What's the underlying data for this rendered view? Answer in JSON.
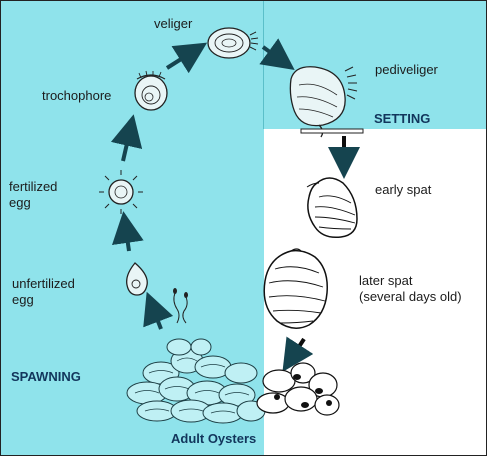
{
  "colors": {
    "background_cyan": "#8fe3eb",
    "background_white": "#ffffff",
    "heading_blue": "#12365c",
    "arrow": "#15444f"
  },
  "labels": {
    "veliger": "veliger",
    "trochophore": "trochophore",
    "pediveliger": "pediveliger",
    "setting": "SETTING",
    "fertilized_egg": "fertilized\negg",
    "early_spat": "early spat",
    "unfertilized_egg": "unfertilized\negg",
    "later_spat": "later spat\n(several days old)",
    "spawning": "SPAWNING",
    "adult_oysters": "Adult Oysters"
  },
  "icons": [
    "veliger-larva-illustration",
    "trochophore-larva-illustration",
    "pediveliger-larva-illustration",
    "fertilized-egg-illustration",
    "unfertilized-egg-illustration",
    "sperm-illustration",
    "early-spat-shell-illustration",
    "later-spat-shell-illustration",
    "adult-oyster-cluster-illustration"
  ]
}
